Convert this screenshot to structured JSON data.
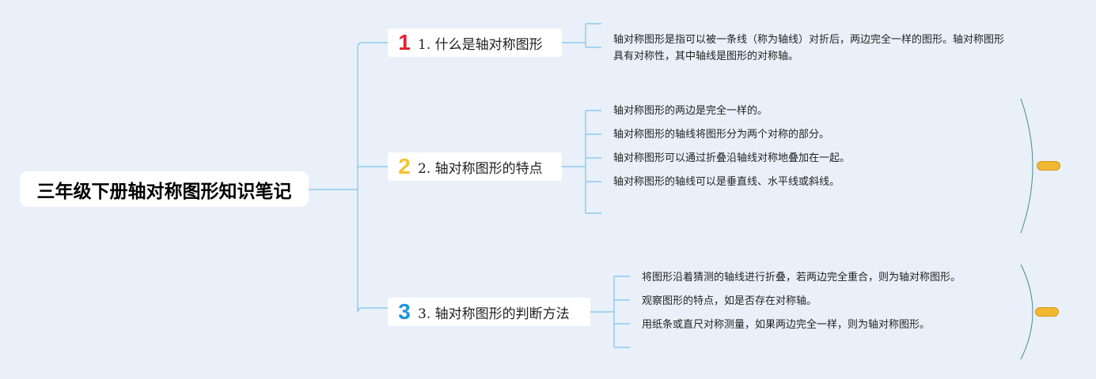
{
  "colors": {
    "background": "#e9f0f9",
    "connector": "#8ec9ee",
    "bracket": "#4a8a8a",
    "badge_1": "#e2222c",
    "badge_2": "#f5c232",
    "badge_3": "#1e94dc",
    "pill": "#f2b733"
  },
  "root": {
    "title": "三年级下册轴对称图形知识笔记"
  },
  "branches": [
    {
      "badge": "1",
      "label": "1. 什么是轴对称图形",
      "items": [
        "轴对称图形是指可以被一条线（称为轴线）对折后，两边完全一样的图形。轴对称图形具有对称性，其中轴线是图形的对称轴。"
      ]
    },
    {
      "badge": "2",
      "label": "2. 轴对称图形的特点",
      "items": [
        "轴对称图形的两边是完全一样的。",
        "轴对称图形的轴线将图形分为两个对称的部分。",
        "轴对称图形可以通过折叠沿轴线对称地叠加在一起。",
        "轴对称图形的轴线可以是垂直线、水平线或斜线。"
      ]
    },
    {
      "badge": "3",
      "label": "3. 轴对称图形的判断方法",
      "items": [
        "将图形沿着猜测的轴线进行折叠，若两边完全重合，则为轴对称图形。",
        "观察图形的特点，如是否存在对称轴。",
        "用纸条或直尺对称测量，如果两边完全一样，则为轴对称图形。"
      ]
    }
  ]
}
